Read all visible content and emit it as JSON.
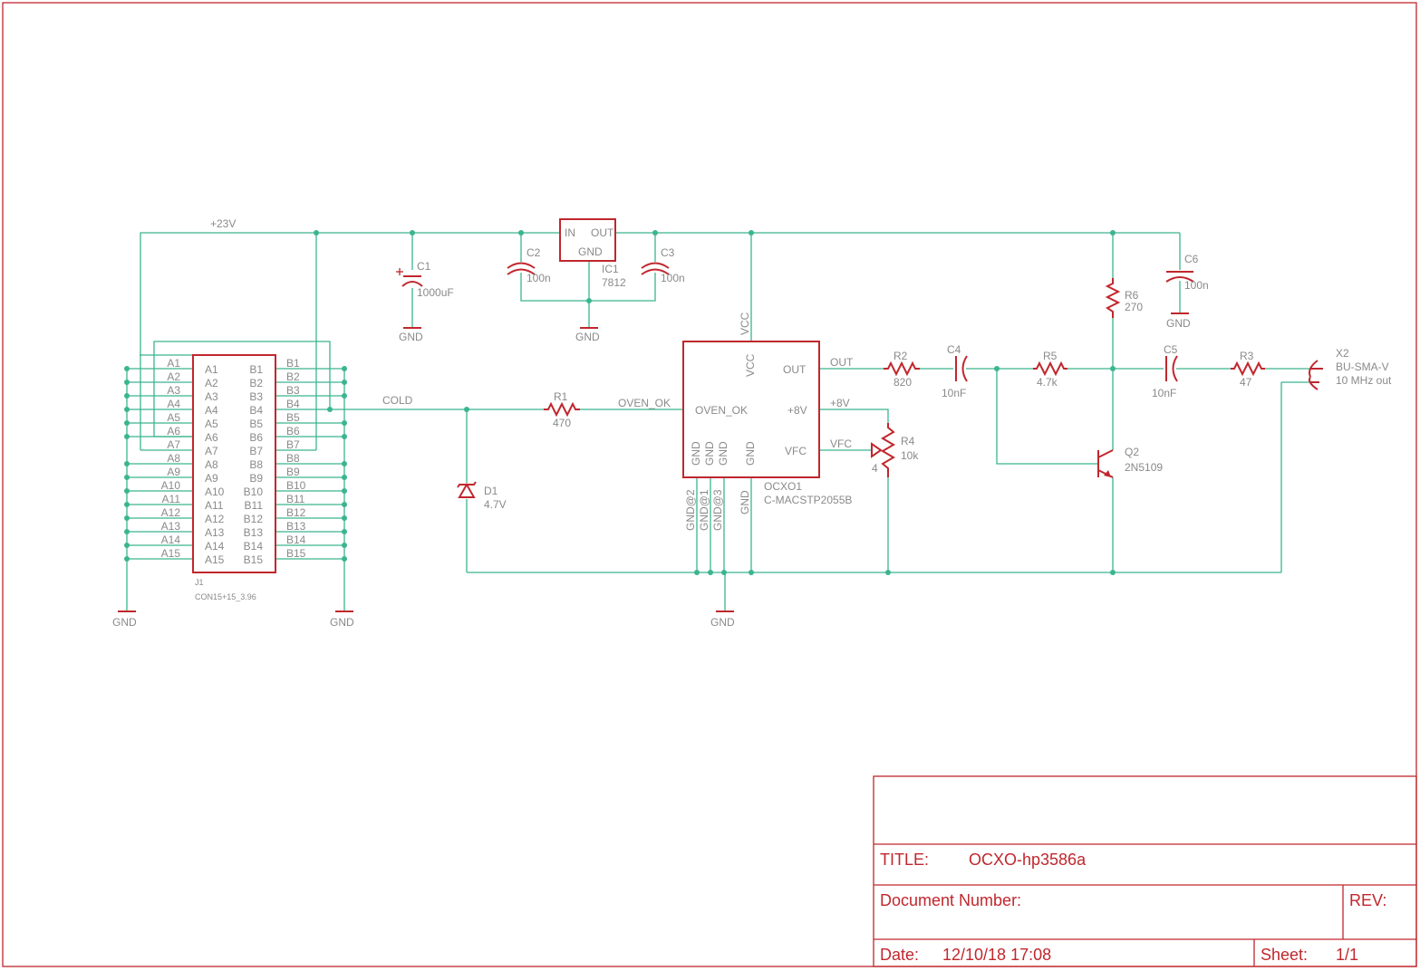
{
  "nets": {
    "supply": "+23V",
    "cold": "COLD",
    "oven_ok": "OVEN_OK",
    "out": "OUT",
    "plus8": "+8V",
    "vfc": "VFC",
    "vcc_vert": "VCC",
    "gnd2": "GND@2",
    "gnd1": "GND@1",
    "gnd3": "GND@3",
    "gnd_vert": "GND"
  },
  "gnd_label": "GND",
  "components": {
    "c1": {
      "name": "C1",
      "value": "1000uF"
    },
    "c2": {
      "name": "C2",
      "value": "100n"
    },
    "c3": {
      "name": "C3",
      "value": "100n"
    },
    "c4": {
      "name": "C4",
      "value": "10nF"
    },
    "c5": {
      "name": "C5",
      "value": "10nF"
    },
    "c6": {
      "name": "C6",
      "value": "100n"
    },
    "ic1": {
      "name": "IC1",
      "value": "7812",
      "pin_in": "IN",
      "pin_out": "OUT",
      "pin_gnd": "GND"
    },
    "r1": {
      "name": "R1",
      "value": "470"
    },
    "r2": {
      "name": "R2",
      "value": "820"
    },
    "r3": {
      "name": "R3",
      "value": "47"
    },
    "r4": {
      "name": "R4",
      "value": "10k"
    },
    "r5": {
      "name": "R5",
      "value": "4.7k"
    },
    "r6": {
      "name": "R6",
      "value": "270"
    },
    "d1": {
      "name": "D1",
      "value": "4.7V"
    },
    "q2": {
      "name": "Q2",
      "value": "2N5109"
    },
    "x2": {
      "name": "X2",
      "value": "BU-SMA-V",
      "note": "10 MHz out"
    },
    "ocxo1": {
      "name": "OCXO1",
      "value": "C-MACSTP2055B",
      "pins": {
        "vcc": "VCC",
        "out": "OUT",
        "oven_ok": "OVEN_OK",
        "plus8": "+8V",
        "vfc": "VFC",
        "gnd": "GND"
      }
    },
    "j1": {
      "name": "J1",
      "value": "CON15+15_3.96",
      "a_pins": [
        "A1",
        "A2",
        "A3",
        "A4",
        "A5",
        "A6",
        "A7",
        "A8",
        "A9",
        "A10",
        "A11",
        "A12",
        "A13",
        "A14",
        "A15"
      ],
      "b_pins": [
        "B1",
        "B2",
        "B3",
        "B4",
        "B5",
        "B6",
        "B7",
        "B8",
        "B9",
        "B10",
        "B11",
        "B12",
        "B13",
        "B14",
        "B15"
      ]
    }
  },
  "r4_pot_mark": "4",
  "title_block": {
    "title_label": "TITLE:",
    "title": "OCXO-hp3586a",
    "docnum_label": "Document Number:",
    "rev_label": "REV:",
    "date_label": "Date:",
    "date": "12/10/18 17:08",
    "sheet_label": "Sheet:",
    "sheet": "1/1"
  },
  "colors": {
    "wire": "#3ab58f",
    "part": "#c0272d",
    "text": "#8a8a8a"
  }
}
